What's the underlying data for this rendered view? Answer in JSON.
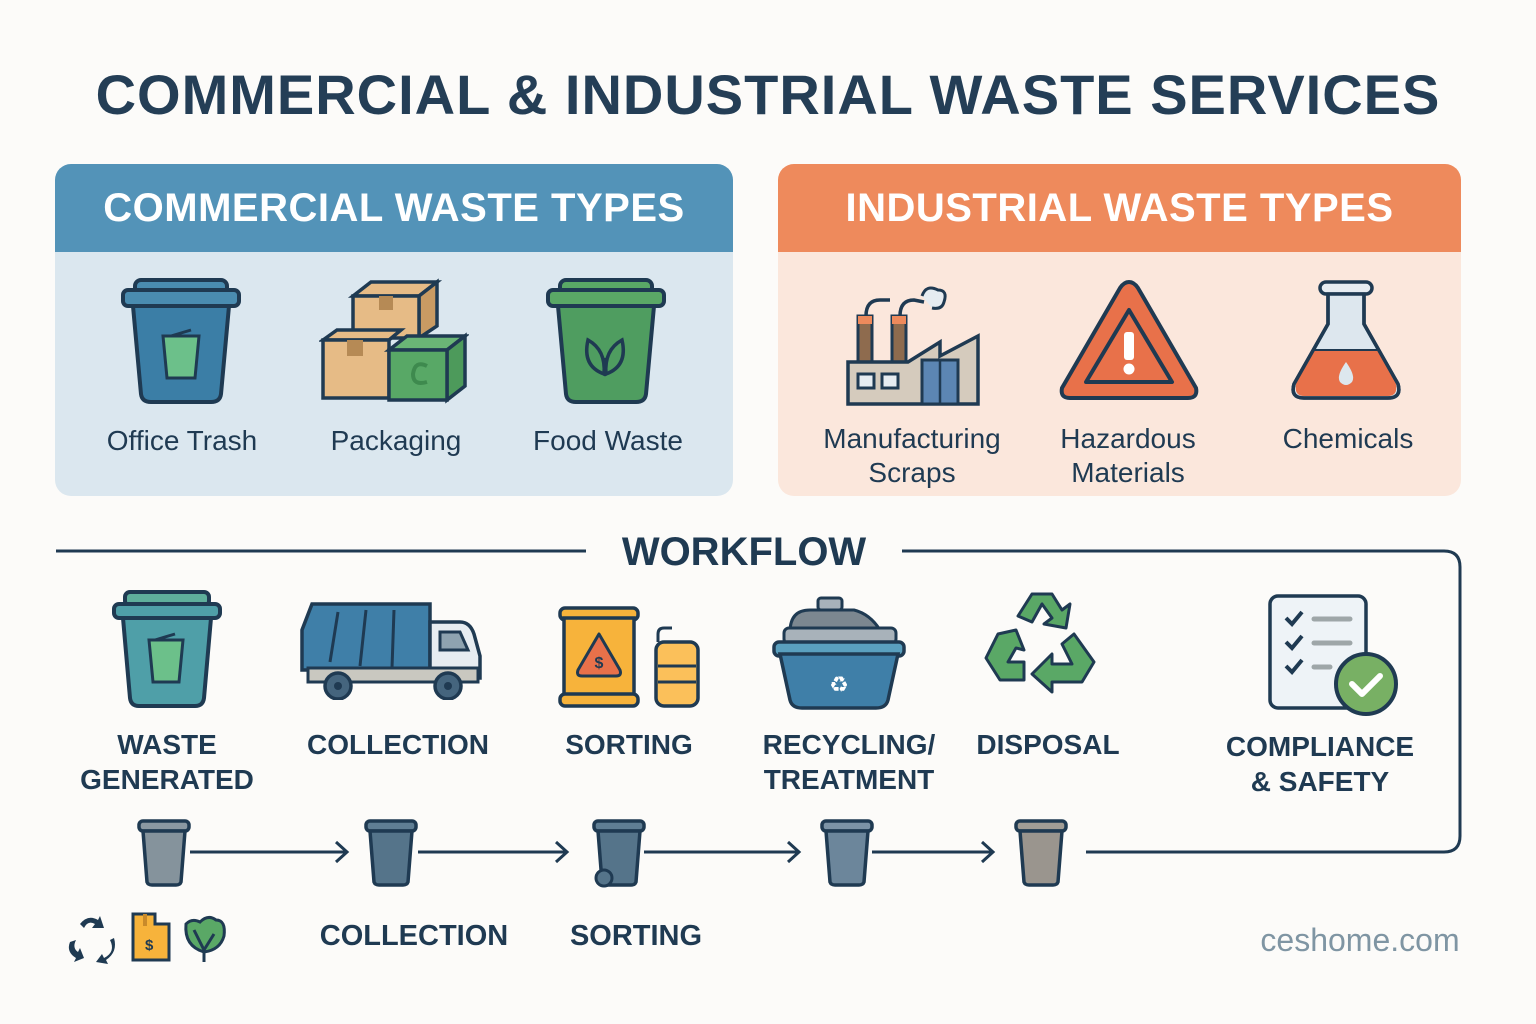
{
  "title": "COMMERCIAL & INDUSTRIAL WASTE SERVICES",
  "colors": {
    "commercial_header": "#5393b8",
    "commercial_body": "#dbe7ef",
    "industrial_header": "#ee8a5c",
    "industrial_body": "#fbe7dc",
    "text_dark": "#1f3a52",
    "green": "#5aa866",
    "orange": "#e8714a",
    "yellow": "#f7b33b"
  },
  "commercial": {
    "header": "COMMERCIAL WASTE TYPES",
    "items": [
      {
        "label": "Office Trash",
        "icon": "blue-trash-bin-icon"
      },
      {
        "label": "Packaging",
        "icon": "cardboard-boxes-icon"
      },
      {
        "label": "Food Waste",
        "icon": "green-compost-bin-icon"
      }
    ]
  },
  "industrial": {
    "header": "INDUSTRIAL WASTE TYPES",
    "items": [
      {
        "label_line1": "Manufacturing",
        "label_line2": "Scraps",
        "icon": "factory-icon"
      },
      {
        "label_line1": "Hazardous",
        "label_line2": "Materials",
        "icon": "warning-triangle-icon"
      },
      {
        "label_line1": "Chemicals",
        "label_line2": "",
        "icon": "chemical-flask-icon"
      }
    ]
  },
  "workflow": {
    "header": "WORKFLOW",
    "steps": [
      {
        "line1": "WASTE",
        "line2": "GENERATED",
        "icon": "teal-trash-bin-icon"
      },
      {
        "line1": "COLLECTION",
        "line2": "",
        "icon": "garbage-truck-icon"
      },
      {
        "line1": "SORTING",
        "line2": "",
        "icon": "hazard-barrel-icon"
      },
      {
        "line1": "RECYCLING/",
        "line2": "TREATMENT",
        "icon": "recycling-dumpster-icon"
      },
      {
        "line1": "DISPOSAL",
        "line2": "",
        "icon": "recycle-arrows-icon"
      },
      {
        "line1": "COMPLIANCE",
        "line2": "& SAFETY",
        "icon": "checklist-approved-icon"
      }
    ],
    "flow_labels": [
      "COLLECTION",
      "SORTING"
    ],
    "flow_bins": 5
  },
  "footer": {
    "watermark": "ceshome.com",
    "legend_icons": [
      "recycle-icon",
      "dollar-package-icon",
      "leaf-icon"
    ]
  }
}
